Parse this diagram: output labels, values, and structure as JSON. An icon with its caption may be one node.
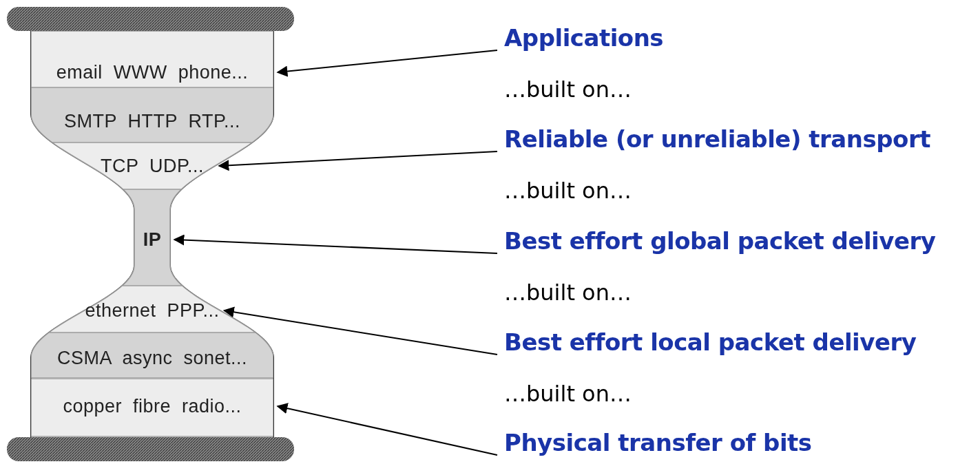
{
  "diagram": {
    "nodes": [
      {
        "text": [
          "email WWW phone..."
        ]
      },
      {
        "text": [
          "SMTP HTTP RTP..."
        ]
      },
      {
        "text": [
          "TCP UDP..."
        ]
      },
      {
        "text": [
          "IP"
        ]
      },
      {
        "text": [
          "ethernet PPP..."
        ]
      },
      {
        "text": [
          "CSMA async sonet..."
        ]
      },
      {
        "text": [
          "copper fibre radio..."
        ]
      },
      {
        "text": [
          "Applications"
        ]
      },
      {
        "text": [
          "Reliable (or unreliable) transport"
        ]
      },
      {
        "text": [
          "Best effort global packet delivery"
        ]
      },
      {
        "text": [
          "Best effort local packet delivery"
        ]
      },
      {
        "text": [
          "Physical transfer of bits"
        ]
      }
    ],
    "edges": [
      {
        "from": 7,
        "to": 0,
        "arrow": "to"
      },
      {
        "from": 8,
        "to": 2,
        "arrow": "to"
      },
      {
        "from": 9,
        "to": 3,
        "arrow": "to"
      },
      {
        "from": 10,
        "to": 4,
        "arrow": "to"
      },
      {
        "from": 11,
        "to": 6,
        "arrow": "to"
      }
    ],
    "labels": [
      "…built on…",
      "…built on…",
      "…built on…",
      "…built on…"
    ]
  }
}
